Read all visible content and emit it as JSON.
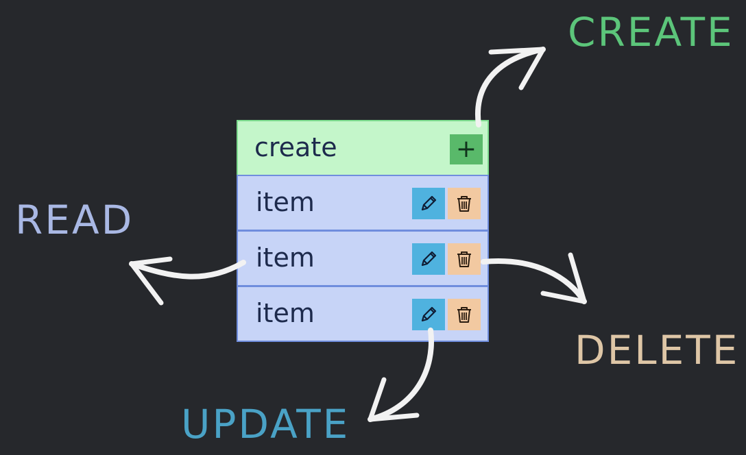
{
  "labels": {
    "create": "CREATE",
    "read": "READ",
    "update": "UPDATE",
    "delete": "DELETE"
  },
  "panel": {
    "create_row": {
      "text": "create",
      "button": "+"
    },
    "items": [
      {
        "text": "item"
      },
      {
        "text": "item"
      },
      {
        "text": "item"
      }
    ]
  },
  "colors": {
    "background": "#26282c",
    "create": "#5cc57a",
    "read": "#a9b8e4",
    "update": "#4aa2c6",
    "delete": "#dec6a6",
    "create_row": "#c4f6ca",
    "item_row": "#c7d4f7",
    "edit_button": "#4fb2df",
    "trash_button": "#f2c9a1"
  },
  "icons": {
    "add": "plus-icon",
    "edit": "pencil-icon",
    "delete": "trash-icon",
    "arrows": "curved-arrow-icon"
  }
}
